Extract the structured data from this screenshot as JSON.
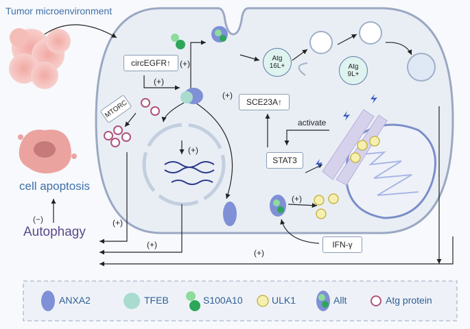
{
  "title": "Tumor microenvironment",
  "outcomes": {
    "apoptosis": "cell apoptosis",
    "autophagy": "Autophagy",
    "inhibit": "(−)"
  },
  "boxes": {
    "circ": "circEGFR↑",
    "mtorc": "MTORC",
    "sce": "SCE23A↑",
    "stat3": "STAT3",
    "ifn": "IFN-γ"
  },
  "atg": {
    "atg16": "Atg\n16L+",
    "atg9": "Atg\n9L+"
  },
  "activate": "activate",
  "plus": "(+)",
  "legend": {
    "anxa2": "ANXA2",
    "tfeb": "TFEB",
    "s100": "S100A10",
    "ulk1": "ULK1",
    "allt": "Allt",
    "atgp": "Atg protein"
  },
  "colors": {
    "anxa2": "#7f90d6",
    "tfeb": "#a9dccf",
    "s100": "#3db56a",
    "ulk1": "#f6f0b0",
    "atgp": "#b0527a",
    "text": "#3f6fa8"
  }
}
